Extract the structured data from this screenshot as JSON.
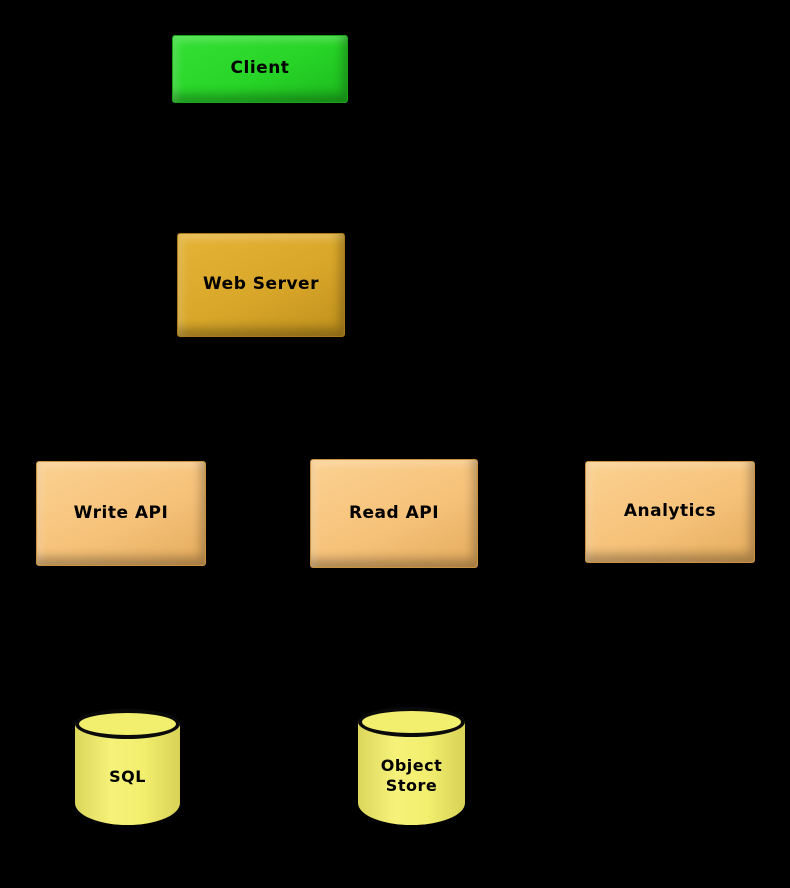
{
  "diagram": {
    "background_color": "#000000",
    "text_color": "#000000",
    "nodes": [
      {
        "id": "client",
        "label": "Client",
        "shape": "rectangle",
        "color": "#27d427"
      },
      {
        "id": "web-server",
        "label": "Web Server",
        "shape": "rectangle",
        "color": "#d8a629"
      },
      {
        "id": "write-api",
        "label": "Write API",
        "shape": "rectangle",
        "color": "#f6c27a"
      },
      {
        "id": "read-api",
        "label": "Read API",
        "shape": "rectangle",
        "color": "#f6c27a"
      },
      {
        "id": "analytics",
        "label": "Analytics",
        "shape": "rectangle",
        "color": "#f6c27a"
      },
      {
        "id": "sql",
        "label": "SQL",
        "shape": "cylinder",
        "color": "#f2ee6e"
      },
      {
        "id": "object-store",
        "label": "Object Store",
        "shape": "cylinder",
        "color": "#f2ee6e"
      }
    ]
  }
}
